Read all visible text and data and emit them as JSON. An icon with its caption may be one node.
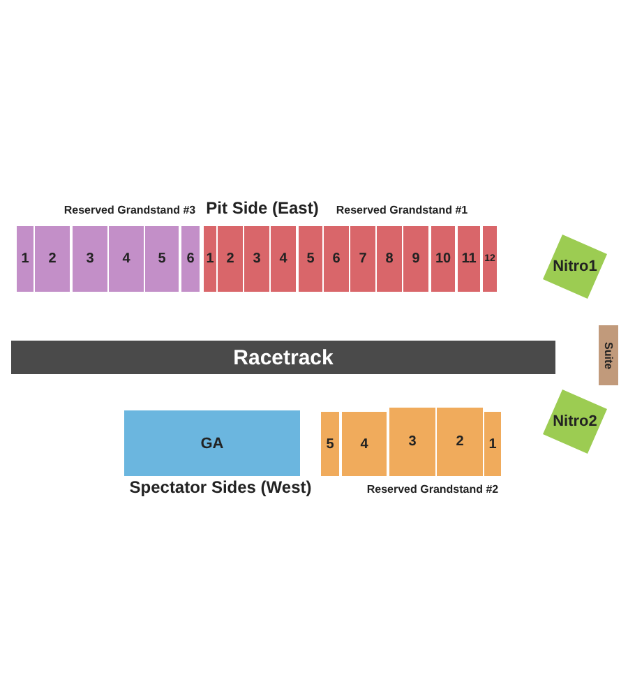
{
  "diagram": {
    "nodes": [
      {
        "text": [
          "1"
        ]
      },
      {
        "text": [
          "2"
        ]
      },
      {
        "text": [
          "3"
        ]
      },
      {
        "text": [
          "4"
        ]
      },
      {
        "text": [
          "5"
        ]
      },
      {
        "text": [
          "6"
        ]
      },
      {
        "text": [
          "1"
        ]
      },
      {
        "text": [
          "2"
        ]
      },
      {
        "text": [
          "3"
        ]
      },
      {
        "text": [
          "4"
        ]
      },
      {
        "text": [
          "5"
        ]
      },
      {
        "text": [
          "6"
        ]
      },
      {
        "text": [
          "7"
        ]
      },
      {
        "text": [
          "8"
        ]
      },
      {
        "text": [
          "9"
        ]
      },
      {
        "text": [
          "10"
        ]
      },
      {
        "text": [
          "11"
        ]
      },
      {
        "text": [
          "12"
        ]
      },
      {
        "text": [
          "Nitro1"
        ]
      },
      {
        "text": [
          "Racetrack"
        ]
      },
      {
        "text": [
          "Suite"
        ]
      },
      {
        "text": [
          "Nitro2"
        ]
      },
      {
        "text": [
          "GA"
        ]
      },
      {
        "text": [
          "5"
        ]
      },
      {
        "text": [
          "4"
        ]
      },
      {
        "text": [
          "3"
        ]
      },
      {
        "text": [
          "2"
        ]
      },
      {
        "text": [
          "1"
        ]
      }
    ],
    "edges": [],
    "labels": [
      "Reserved Grandstand #3",
      "Pit Side (East)",
      "Reserved Grandstand #1",
      "Spectator Sides (West)",
      "Reserved Grandstand #2"
    ]
  }
}
